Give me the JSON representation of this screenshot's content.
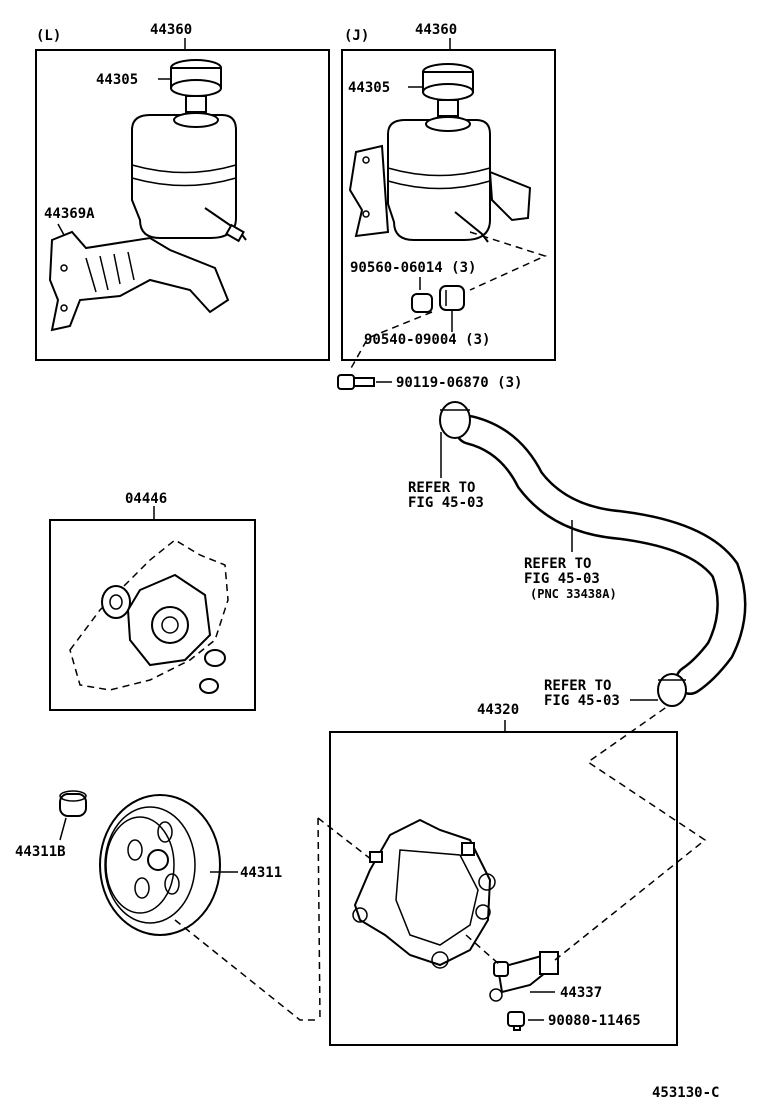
{
  "boxes": {
    "left": {
      "tag": "(L)",
      "part": "44360",
      "cap": "44305",
      "bracket": "44369A"
    },
    "right": {
      "tag": "(J)",
      "part": "44360",
      "cap": "44305",
      "collar": "90560-06014 (3)",
      "cushion": "90540-09004 (3)"
    }
  },
  "bolt_label": "90119-06870 (3)",
  "gasket_kit": "04446",
  "refer_clamp_top": {
    "line1": "REFER TO",
    "line2": "FIG 45-03"
  },
  "refer_hose": {
    "line1": "REFER TO",
    "line2": "FIG 45-03",
    "line3": "(PNC 33438A)"
  },
  "refer_clamp_bottom": {
    "line1": "REFER TO",
    "line2": "FIG 45-03"
  },
  "pump_assembly": "44320",
  "pulley_nut": "44311B",
  "pulley": "44311",
  "union": "44337",
  "union_bolt": "90080-11465",
  "figure_id": "453130-C"
}
